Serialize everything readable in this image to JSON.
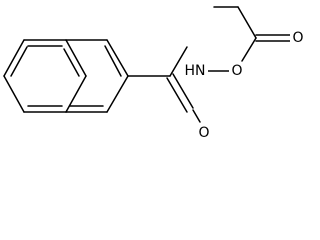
{
  "molecule": {
    "atoms": {
      "hn": "HN",
      "o_ether": "O",
      "o_amide": "O",
      "o_ester": "O"
    }
  },
  "colors": {
    "bond": "#000000",
    "background": "#ffffff"
  }
}
